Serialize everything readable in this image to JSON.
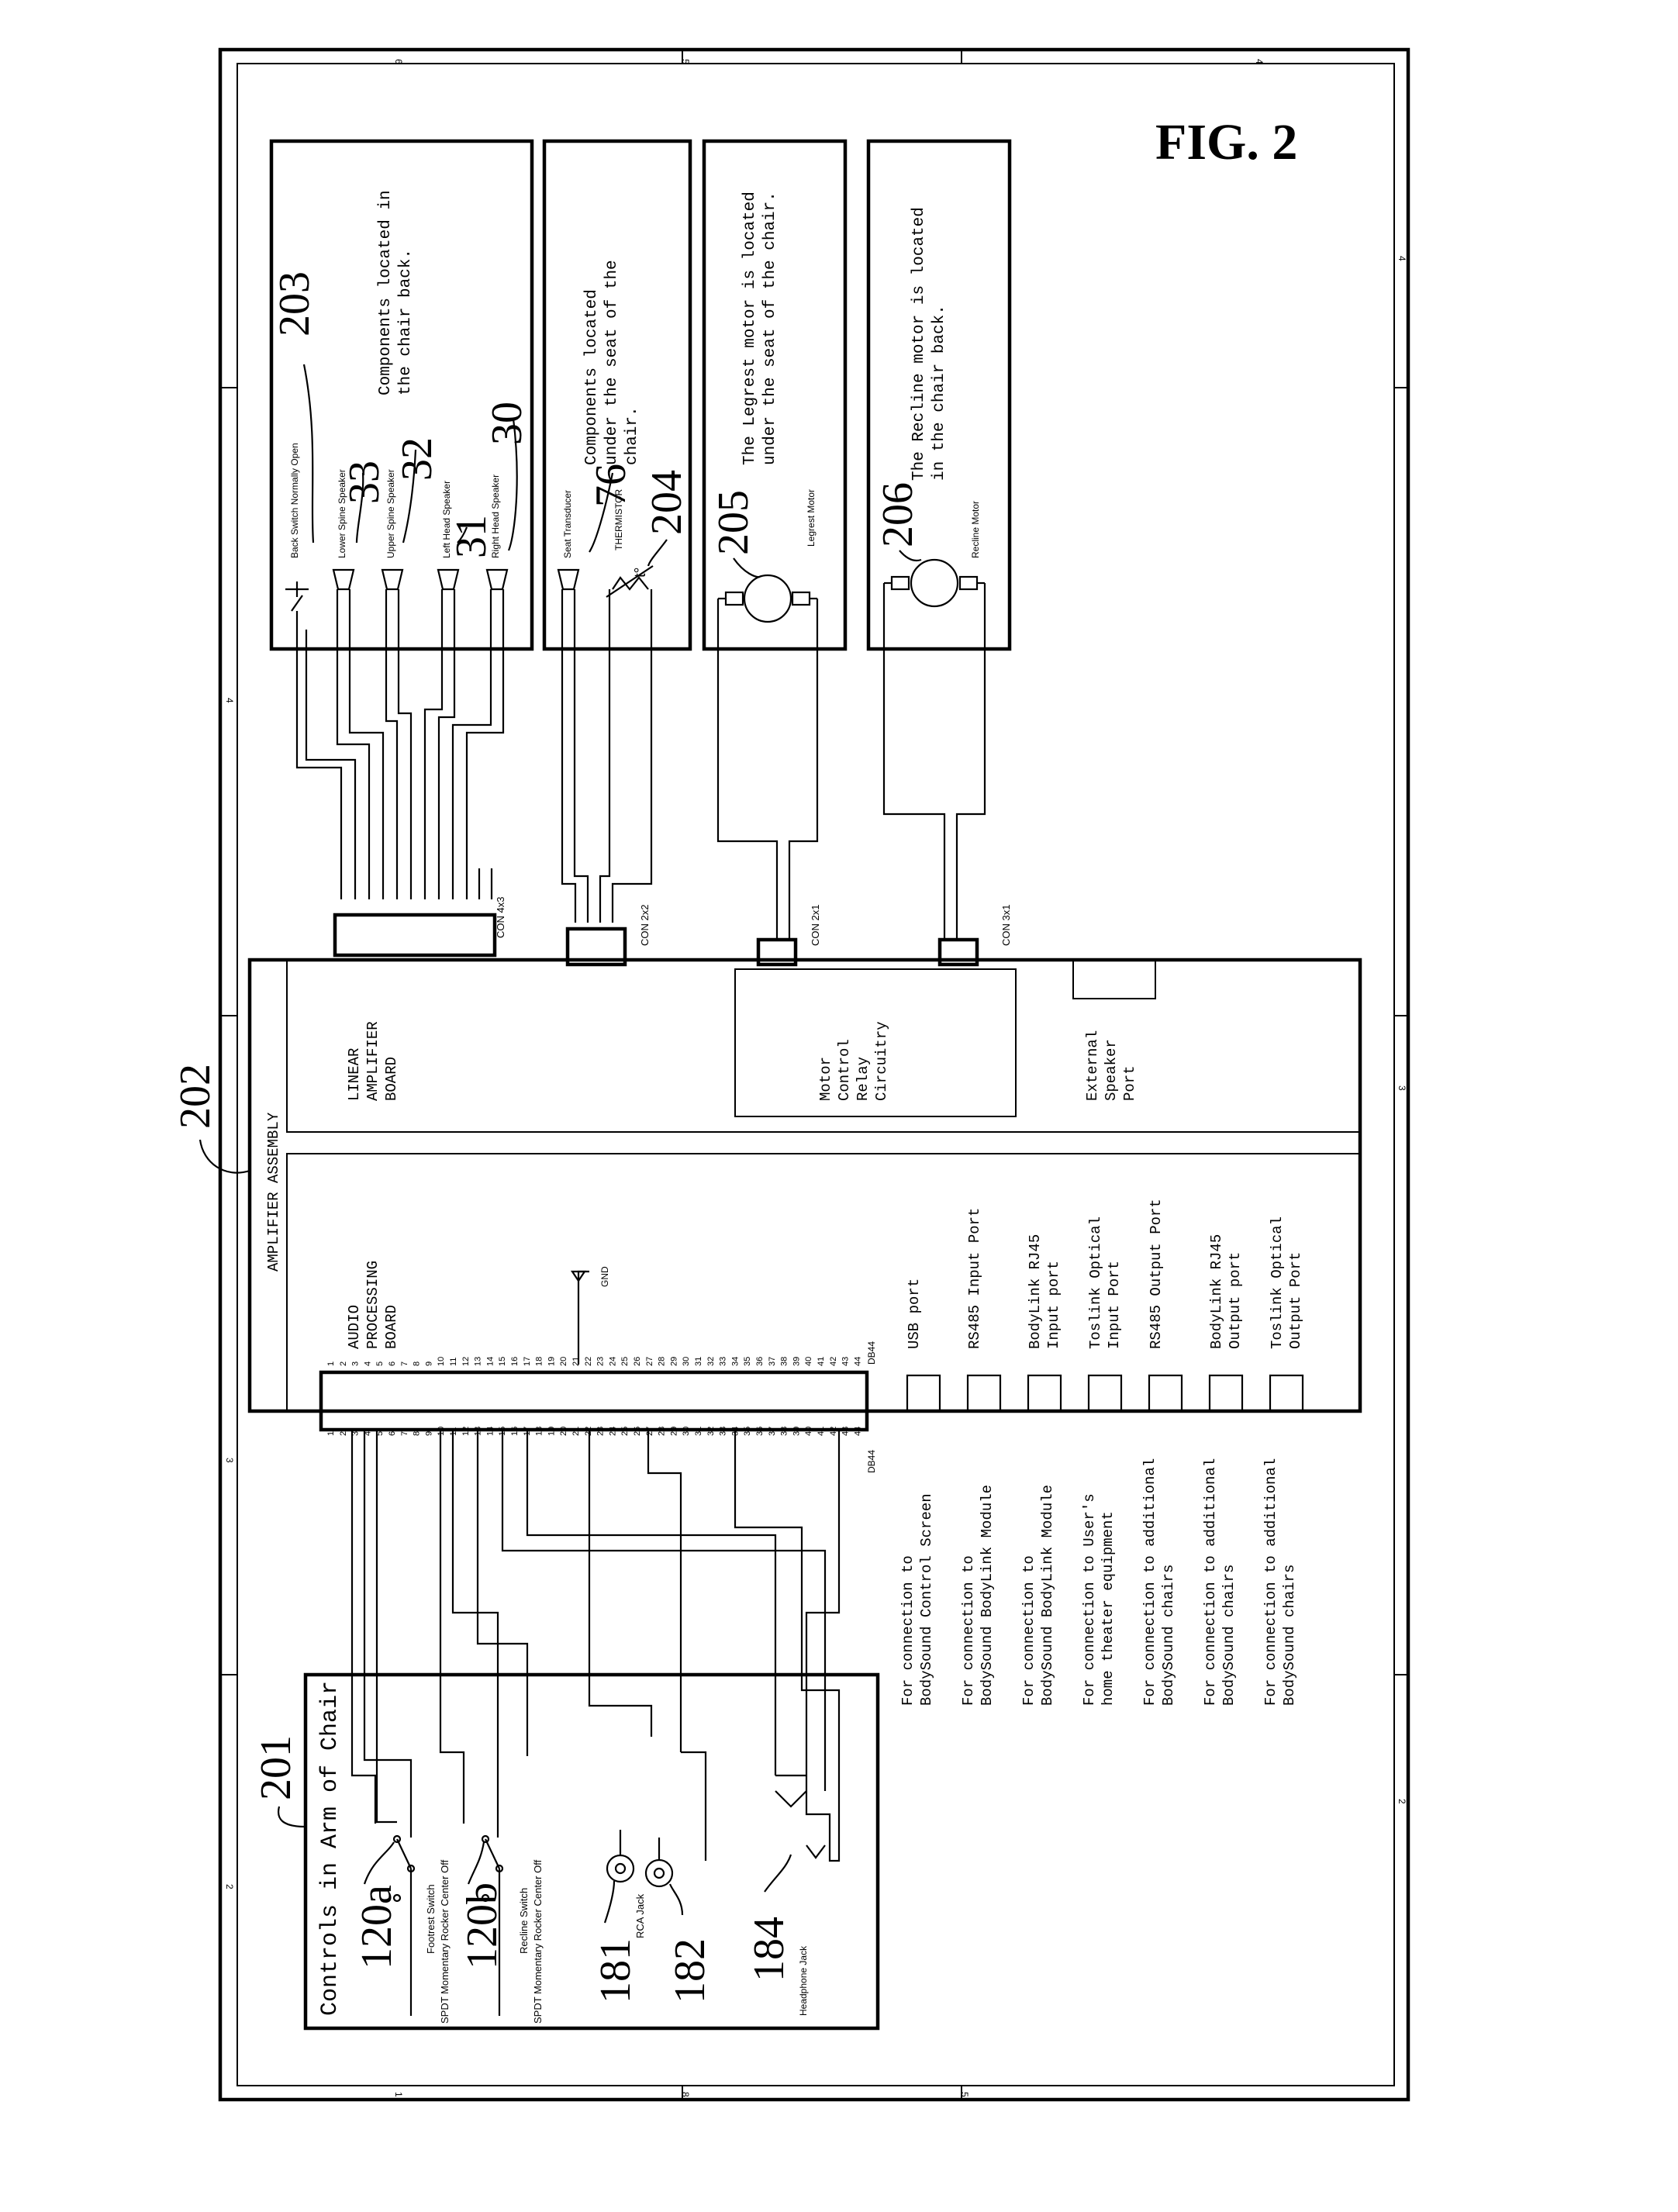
{
  "figure_label": "FIG. 2",
  "ref_numbers": {
    "r201": "201",
    "r202": "202",
    "r203": "203",
    "r204": "204",
    "r205": "205",
    "r206": "206",
    "r30": "30",
    "r31": "31",
    "r32": "32",
    "r33": "33",
    "r76": "76",
    "r120a": "120a",
    "r120b": "120b",
    "r181": "181",
    "r182": "182",
    "r184": "184"
  },
  "boxes": {
    "chair_back": {
      "note_line1": "Components located in",
      "note_line2": "the chair back.",
      "back_switch": "Back Switch Normally Open",
      "lower_spine": "Lower Spine Speaker",
      "upper_spine": "Upper Spine Speaker",
      "left_head": "Left Head Speaker",
      "right_head": "Right Head Speaker"
    },
    "seat": {
      "note_line1": "Components located",
      "note_line2": "under the seat of the",
      "note_line3": "chair.",
      "seat_transducer": "Seat Transducer",
      "thermistor": "THERMISTOR",
      "t_symbol": "t°"
    },
    "legrest": {
      "note_line1": "The Legrest motor is located",
      "note_line2": "under the seat of the chair.",
      "motor_label": "Legrest Motor"
    },
    "recline": {
      "note_line1": "The Recline motor is located",
      "note_line2": "in the chair back.",
      "motor_label": "Recline Motor"
    },
    "arm_controls": {
      "title": "Controls in Arm of Chair",
      "footrest_switch_l1": "Footrest Switch",
      "footrest_switch_l2": "SPDT Momentary Rocker Center Off",
      "recline_switch_l1": "Recline Switch",
      "recline_switch_l2": "SPDT Momentary Rocker Center Off",
      "rca_jack": "RCA Jack",
      "headphone_jack": "Headphone Jack"
    }
  },
  "connectors": {
    "con_4x3": "CON 4x3",
    "con_2x2": "CON 2x2",
    "con_2x1": "CON 2x1",
    "con_3x1": "CON 3x1",
    "db44_a": "DB44",
    "db44_b": "DB44",
    "gnd": "GND"
  },
  "assembly": {
    "title": "AMPLIFIER ASSEMBLY",
    "linear_l1": "LINEAR",
    "linear_l2": "AMPLIFIER",
    "linear_l3": "BOARD",
    "motor_l1": "Motor",
    "motor_l2": "Control",
    "motor_l3": "Relay",
    "motor_l4": "Circuitry",
    "ext_l1": "External",
    "ext_l2": "Speaker",
    "ext_l3": "Port",
    "audio_l1": "AUDIO",
    "audio_l2": "PROCESSING",
    "audio_l3": "BOARD"
  },
  "ports": [
    {
      "l1": "USB port",
      "l2": ""
    },
    {
      "l1": "RS485 Input Port",
      "l2": ""
    },
    {
      "l1": "BodyLink RJ45",
      "l2": "Input port"
    },
    {
      "l1": "Toslink Optical",
      "l2": "Input Port"
    },
    {
      "l1": "RS485 Output Port",
      "l2": ""
    },
    {
      "l1": "BodyLink RJ45",
      "l2": "Output port"
    },
    {
      "l1": "Toslink Optical",
      "l2": "Output Port"
    }
  ],
  "port_notes": [
    {
      "l1": "For connection to",
      "l2": "BodySound Control Screen"
    },
    {
      "l1": "For connection to",
      "l2": "BodySound BodyLink Module"
    },
    {
      "l1": "For connection to",
      "l2": "BodySound BodyLink Module"
    },
    {
      "l1": "For connection to User's",
      "l2": "home theater equipment"
    },
    {
      "l1": "For connection to additional",
      "l2": "BodySound chairs"
    },
    {
      "l1": "For connection to additional",
      "l2": "BodySound chairs"
    },
    {
      "l1": "For connection to additional",
      "l2": "BodySound chairs"
    }
  ],
  "frame_markers": {
    "top": [
      "6",
      "5",
      "4"
    ],
    "left": [
      "4",
      "3",
      "2"
    ],
    "right": [
      "4",
      "3",
      "2"
    ],
    "bottom": [
      "1",
      "8",
      "5"
    ]
  }
}
